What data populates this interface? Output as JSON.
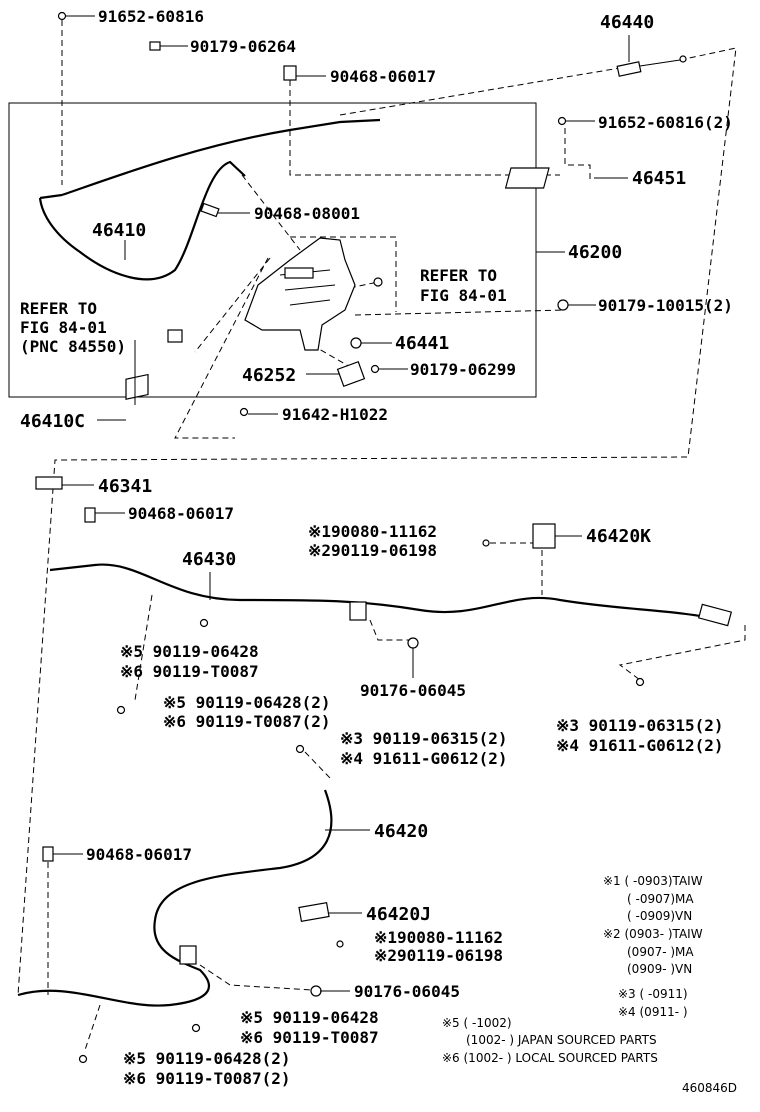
{
  "diagram_id": "460846D",
  "labels": {
    "p91652_top": "91652-60816",
    "p90179_06264": "90179-06264",
    "p90468_06017_top": "90468-06017",
    "p46440": "46440",
    "p91652_2": "91652-60816(2)",
    "p46451": "46451",
    "p46410": "46410",
    "p90468_08001": "90468-08001",
    "p46200": "46200",
    "refer_right_1": "REFER TO",
    "refer_right_2": "FIG 84-01",
    "p90179_10015": "90179-10015(2)",
    "refer_left_1": "REFER TO",
    "refer_left_2": "FIG 84-01",
    "refer_left_3": "(PNC 84550)",
    "p46441": "46441",
    "p46252": "46252",
    "p90179_06299": "90179-06299",
    "p46410C": "46410C",
    "p91642": "91642-H1022",
    "p46341": "46341",
    "p90468_06017_mid": "90468-06017",
    "p46430": "46430",
    "k1_90080": "※190080-11162",
    "k2_90119": "※290119-06198",
    "p46420K": "46420K",
    "k5_06428_a": "※5 90119-06428",
    "k6_T0087_a": "※6 90119-T0087",
    "p90176_a": "90176-06045",
    "k5_06428_2a": "※5 90119-06428(2)",
    "k6_T0087_2a": "※6 90119-T0087(2)",
    "k3_06315_r": "※3 90119-06315(2)",
    "k4_G0612_r": "※4 91611-G0612(2)",
    "k3_06315_c": "※3 90119-06315(2)",
    "k4_G0612_c": "※4 91611-G0612(2)",
    "p46420": "46420",
    "p90468_06017_bot": "90468-06017",
    "p46420J": "46420J",
    "k1_90080_b": "※190080-11162",
    "k2_90119_b": "※290119-06198",
    "p90176_b": "90176-06045",
    "k5_06428_b": "※5 90119-06428",
    "k6_T0087_b": "※6 90119-T0087",
    "k5_06428_2b": "※5 90119-06428(2)",
    "k6_T0087_2b": "※6 90119-T0087(2)"
  },
  "notes": {
    "n1a": "※1 (    -0903)TAIW",
    "n1b": "(    -0907)MA",
    "n1c": "(    -0909)VN",
    "n2a": "※2 (0903-    )TAIW",
    "n2b": "(0907-    )MA",
    "n2c": "(0909-    )VN",
    "n3": "※3 (    -0911)",
    "n4": "※4 (0911-    )",
    "n5a": "※5 (    -1002)",
    "n5b": "(1002-    ) JAPAN SOURCED PARTS",
    "n6": "※6 (1002-    ) LOCAL SOURCED PARTS"
  }
}
